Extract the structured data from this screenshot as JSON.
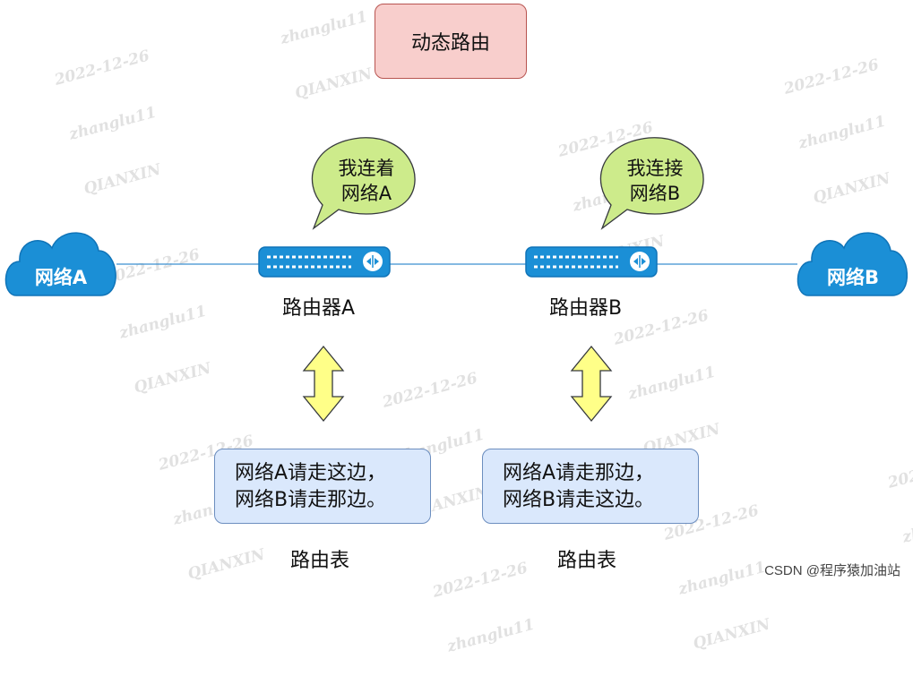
{
  "title": "动态路由",
  "watermark_lines": [
    "2022-12-26",
    "zhanglu11",
    "QIANXIN"
  ],
  "networks": [
    {
      "label": "网络A"
    },
    {
      "label": "网络B"
    }
  ],
  "routers": [
    {
      "label": "路由器A",
      "bubble_lines": [
        "我连着",
        "网络A"
      ]
    },
    {
      "label": "路由器B",
      "bubble_lines": [
        "我连接",
        "网络B"
      ]
    }
  ],
  "routing_tables": [
    {
      "lines": [
        "网络A请走这边，",
        "网络B请走那边。"
      ],
      "caption": "路由表"
    },
    {
      "lines": [
        "网络A请走那边，",
        "网络B请走这边。"
      ],
      "caption": "路由表"
    }
  ],
  "footer_credit": "CSDN @程序猿加油站",
  "colors": {
    "cloud": "#1b8fd6",
    "router": "#1b8fd6",
    "bubble_fill": "#cdeb8b",
    "bubble_stroke": "#36393d",
    "arrow_fill": "#ffff88",
    "arrow_stroke": "#36393d",
    "title_fill": "#f8cecc",
    "table_fill": "#dae8fc",
    "link_line": "#3a8fd0"
  }
}
